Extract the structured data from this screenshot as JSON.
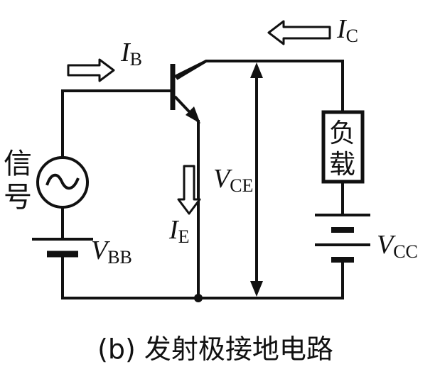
{
  "labels": {
    "ib_main": "I",
    "ib_sub": "B",
    "ic_main": "I",
    "ic_sub": "C",
    "ie_main": "I",
    "ie_sub": "E",
    "vce_main": "V",
    "vce_sub": "CE",
    "vbb_main": "V",
    "vbb_sub": "BB",
    "vcc_main": "V",
    "vcc_sub": "CC",
    "signal_line1": "信",
    "signal_line2": "号",
    "load_line1": "负",
    "load_line2": "载",
    "caption": "(b) 发射极接地电路"
  },
  "icons": {
    "signal_source": "ac-source-icon",
    "transistor": "npn-transistor-icon",
    "battery_vbb": "battery-icon",
    "battery_vcc": "battery-icon",
    "arrow_ib": "right-hollow-arrow-icon",
    "arrow_ic": "left-hollow-arrow-icon",
    "arrow_ie": "down-hollow-arrow-icon"
  }
}
